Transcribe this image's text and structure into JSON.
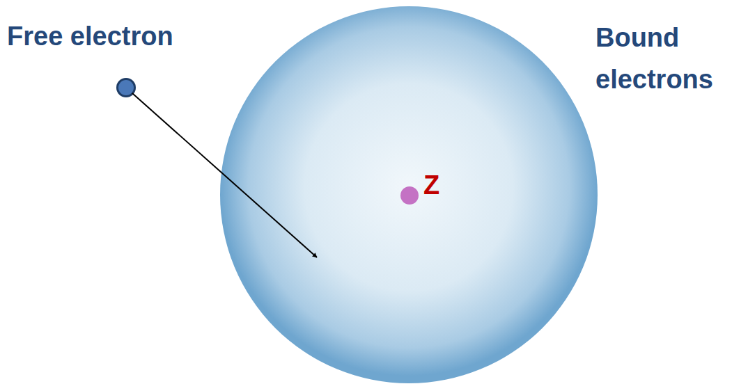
{
  "diagram": {
    "nodes": [
      {
        "text": [
          "Free electron"
        ]
      },
      {
        "text": [
          "Bound electrons"
        ]
      },
      {
        "text": [
          "Z"
        ],
        "in": 1
      }
    ],
    "edges": [
      {
        "from": 0,
        "to": 1,
        "arrow": "to"
      }
    ]
  }
}
